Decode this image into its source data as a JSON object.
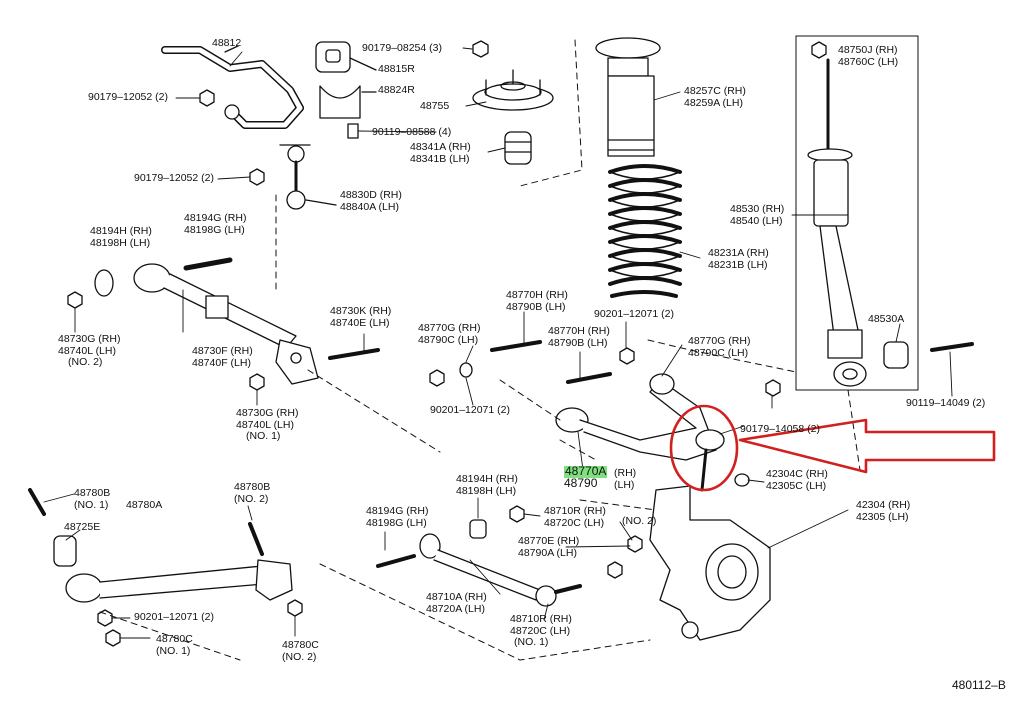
{
  "diagram_code": "480112–B",
  "colors": {
    "ink": "#111111",
    "paper": "#ffffff",
    "highlight": "#7ee07e",
    "callout": "#d21f1f"
  },
  "callout": {
    "shape": "arrow-with-ellipse",
    "target_part": "48770A"
  },
  "labels": {
    "p48812": [
      "48812"
    ],
    "p90179_08254": [
      "90179–08254 (3)"
    ],
    "p48815R": [
      "48815R"
    ],
    "p48824R": [
      "48824R"
    ],
    "p90179_12052a": [
      "90179–12052 (2)"
    ],
    "p48755": [
      "48755"
    ],
    "p90119_08588": [
      "90119–08588 (4)"
    ],
    "p48341": [
      "48341A (RH)",
      "48341B (LH)"
    ],
    "p48257": [
      "48257C (RH)",
      "48259A (LH)"
    ],
    "p48750": [
      "48750J (RH)",
      "48760C (LH)"
    ],
    "p90179_12052b": [
      "90179–12052 (2)"
    ],
    "p48830": [
      "48830D (RH)",
      "48840A (LH)"
    ],
    "p48194_l": [
      "48194H (RH)",
      "48198H (LH)"
    ],
    "p48194_g": [
      "48194G (RH)",
      "48198G (LH)"
    ],
    "p48530": [
      "48530 (RH)",
      "48540 (LH)"
    ],
    "p48231": [
      "48231A (RH)",
      "48231B (LH)"
    ],
    "p48770H_top": [
      "48770H (RH)",
      "48790B (LH)"
    ],
    "p90201_12071_top": [
      "90201–12071 (2)"
    ],
    "p48730G_a": [
      "48730G (RH)",
      "48740L (LH)",
      "(NO. 2)"
    ],
    "p48730F": [
      "48730F (RH)",
      "48740F (LH)"
    ],
    "p48730K": [
      "48730K (RH)",
      "48740E (LH)"
    ],
    "p48770G_left": [
      "48770G (RH)",
      "48790C (LH)"
    ],
    "p48770H_mid": [
      "48770H (RH)",
      "48790B (LH)"
    ],
    "p48770G_right": [
      "48770G (RH)",
      "48790C (LH)"
    ],
    "p48530A": [
      "48530A"
    ],
    "p90119_14049": [
      "90119–14049 (2)"
    ],
    "p48730G_b": [
      "48730G (RH)",
      "48740L (LH)",
      "(NO. 1)"
    ],
    "p90201_12071_mid": [
      "90201–12071 (2)"
    ],
    "p90179_14058": [
      "90179–14058 (2)"
    ],
    "p48770A": [
      "48770A",
      "48790"
    ],
    "p48770A_side": [
      "(RH)",
      "(LH)"
    ],
    "p42304C": [
      "42304C (RH)",
      "42305C (LH)"
    ],
    "p42304": [
      "42304 (RH)",
      "42305 (LH)"
    ],
    "p48194H_b": [
      "48194H (RH)",
      "48198H (LH)"
    ],
    "p48780B_a": [
      "48780B",
      "(NO. 1)"
    ],
    "p48780A": [
      "48780A"
    ],
    "p48780B_b": [
      "48780B",
      "(NO. 2)"
    ],
    "p48725E": [
      "48725E"
    ],
    "p48194G_b": [
      "48194G (RH)",
      "48198G (LH)"
    ],
    "p48710R_a": [
      "48710R (RH)",
      "48720C (LH)"
    ],
    "pNO2": [
      "(NO. 2)"
    ],
    "p48770E": [
      "48770E (RH)",
      "48790A (LH)"
    ],
    "p90201_12071_bot": [
      "90201–12071 (2)"
    ],
    "p48710A": [
      "48710A (RH)",
      "48720A (LH)"
    ],
    "p48710R_b": [
      "48710R (RH)",
      "48720C (LH)",
      "(NO. 1)"
    ],
    "p48780C_a": [
      "48780C",
      "(NO. 1)"
    ],
    "p48780C_b": [
      "48780C",
      "(NO. 2)"
    ]
  }
}
